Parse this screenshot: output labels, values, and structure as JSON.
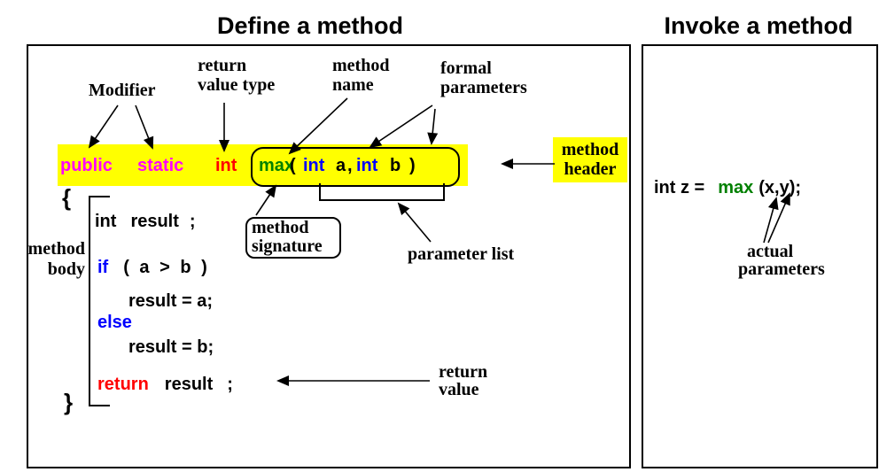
{
  "titles": {
    "define": "Define a method",
    "invoke": "Invoke a method"
  },
  "colors": {
    "highlight": "#ffff00",
    "modifier_text": "#ff00ff",
    "return_type_text": "#ff0000",
    "method_name_text": "#008000",
    "keyword_blue": "#0000ff",
    "keyword_red": "#ff0000",
    "plain_text": "#000000"
  },
  "labels": {
    "modifier": "Modifier",
    "return_value_type": [
      "return",
      "value type"
    ],
    "method_name": [
      "method",
      "name"
    ],
    "formal_parameters": [
      "formal",
      "parameters"
    ],
    "method_header": [
      "method",
      "header"
    ],
    "method_signature": [
      "method",
      "signature"
    ],
    "parameter_list": "parameter list",
    "return_value": [
      "return",
      "value"
    ],
    "method_body": [
      "method",
      "body"
    ],
    "actual_parameters": [
      "actual",
      "parameters"
    ]
  },
  "define_code": {
    "modifier_public": "public",
    "modifier_static": "static",
    "return_type": "int",
    "method_name": "max",
    "paren_open": "(",
    "param1_type": "int",
    "param1_name": "a",
    "comma": ",",
    "param2_type": "int",
    "param2_name": "b",
    "paren_close": ")",
    "brace_open": "{",
    "decl_type": "int",
    "decl_name": "result",
    "decl_semi": ";",
    "if_keyword": "if",
    "if_condition": "( a > b )",
    "then_statement": "result = a;",
    "else_keyword": "else",
    "else_statement": "result = b;",
    "return_keyword": "return",
    "return_expr": "result",
    "return_semi": ";",
    "brace_close": "}"
  },
  "invoke_code": {
    "declaration": "int z =",
    "method_name": "max",
    "arguments": "(x,y);"
  }
}
